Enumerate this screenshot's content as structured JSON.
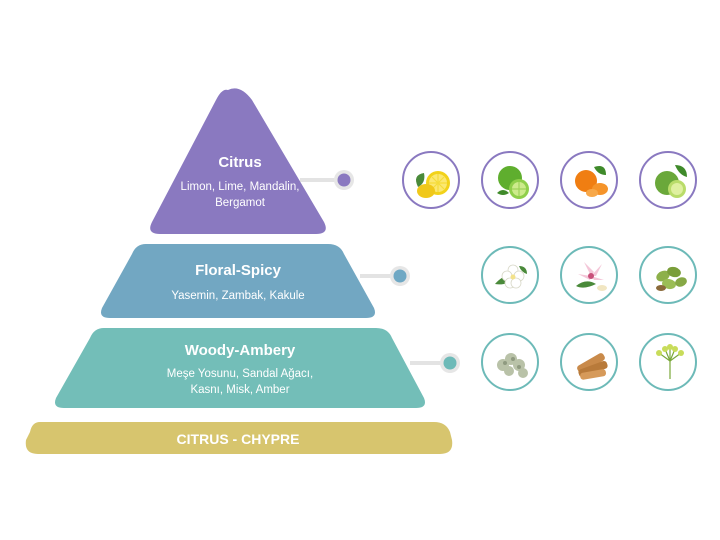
{
  "pyramid": {
    "tiers": [
      {
        "title": "Citrus",
        "notes": [
          "Limon, Lime, Mandalin,",
          "Bergamot"
        ],
        "color": "#8a79c0",
        "marker_color": "#8a79c0"
      },
      {
        "title": "Floral-Spicy",
        "notes": [
          "Yasemin, Zambak, Kakule"
        ],
        "color": "#72a7c2",
        "marker_color": "#6fa8c4"
      },
      {
        "title": "Woody-Ambery",
        "notes": [
          "Meşe Yosunu, Sandal Ağacı,",
          "Kasnı, Misk, Amber"
        ],
        "color": "#73beb8",
        "marker_color": "#6dbab8"
      }
    ],
    "base": {
      "label": "CITRUS - CHYPRE",
      "color": "#d7c56e"
    }
  },
  "icons": {
    "rows": [
      {
        "border_color": "#8a79c0",
        "items": [
          "lemon-icon",
          "lime-icon",
          "mandarin-icon",
          "bergamot-icon"
        ]
      },
      {
        "border_color": "#6dbab8",
        "items": [
          "jasmine-icon",
          "lily-icon",
          "cardamom-icon"
        ]
      },
      {
        "border_color": "#6dbab8",
        "items": [
          "oakmoss-icon",
          "sandalwood-icon",
          "galbanum-icon"
        ]
      }
    ]
  }
}
